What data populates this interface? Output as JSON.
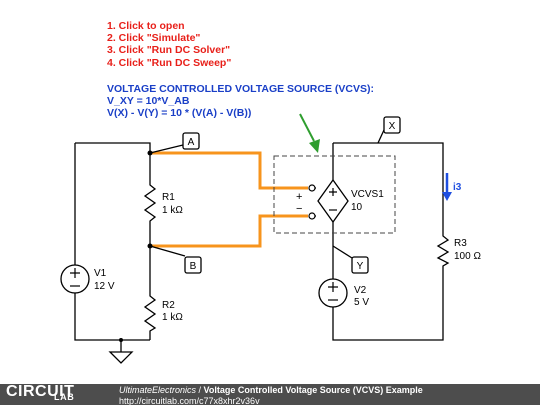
{
  "instructions": [
    "1. Click to open",
    "2. Click \"Simulate\"",
    "3. Click \"Run DC Solver\"",
    "4. Click \"Run DC Sweep\""
  ],
  "note": {
    "line1": "VOLTAGE CONTROLLED VOLTAGE SOURCE (VCVS):",
    "line2": "V_XY = 10*V_AB",
    "line3": "V(X) - V(Y) = 10 * (V(A) - V(B))"
  },
  "components": {
    "R1": {
      "name": "R1",
      "value": "1 kΩ"
    },
    "R2": {
      "name": "R2",
      "value": "1 kΩ"
    },
    "R3": {
      "name": "R3",
      "value": "100 Ω"
    },
    "V1": {
      "name": "V1",
      "value": "12 V"
    },
    "V2": {
      "name": "V2",
      "value": "5 V"
    },
    "VCVS1": {
      "name": "VCVS1",
      "value": "10"
    }
  },
  "nodes": {
    "A": "A",
    "B": "B",
    "X": "X",
    "Y": "Y"
  },
  "current_label": "i3",
  "polarity": {
    "plus": "+",
    "minus": "−"
  },
  "footer": {
    "logo_top": "CIRCUIT",
    "logo_bottom": "LAB",
    "user": "UltimateElectronics",
    "separator": " / ",
    "title": "Voltage Controlled Voltage Source (VCVS) Example",
    "url": "http://circuitlab.com/c77x8xhr2v36v"
  },
  "colors": {
    "instructions": "#e8201a",
    "note": "#1a3fc7",
    "highlight_wire": "#f7941d",
    "arrow_green": "#2f9e2f",
    "current_arrow": "#1f4fe0",
    "footer_bg": "#4d4d4d"
  }
}
